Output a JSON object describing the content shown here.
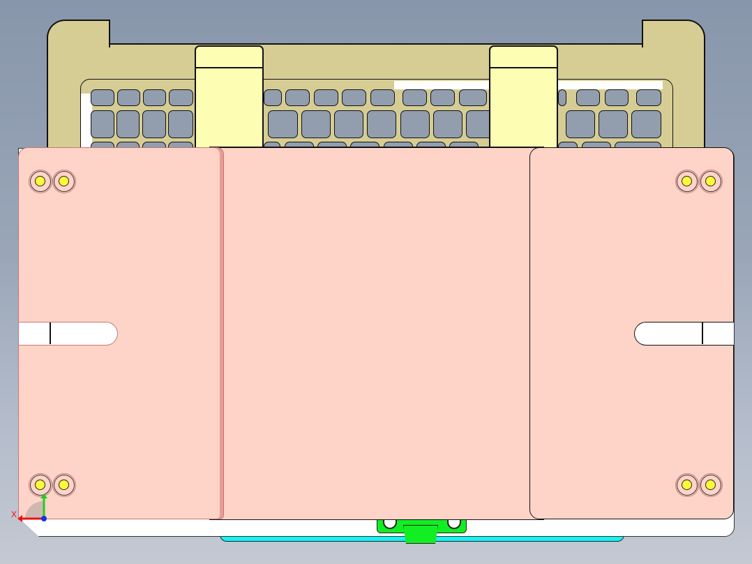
{
  "viewport": {
    "background_top": "#8896ab",
    "background_bottom": "#c4c9d2"
  },
  "model": {
    "description": "CAD assembly top view: keyboard fixture with base plate, clamps, and mounting plates",
    "colors": {
      "frame": "#d6cd94",
      "clamp": "#fefdb4",
      "plate": "#fed4c8",
      "plate_edge": "#e89c94",
      "key": "#929eae",
      "bolt": "#fafa38",
      "bracket": "#11ee22",
      "rail": "#10f5f5",
      "base": "#ffffff"
    },
    "keyboard": {
      "rows": 3,
      "row1_keys": 20,
      "row2_keys": 17
    },
    "bolt_holes": [
      {
        "name": "top-left",
        "count": 2
      },
      {
        "name": "top-right",
        "count": 2
      },
      {
        "name": "bottom-left",
        "count": 2
      },
      {
        "name": "bottom-right",
        "count": 2
      }
    ]
  },
  "triad": {
    "x_label": "X",
    "x_color": "#ee1111",
    "y_color": "#22cc22",
    "z_color": "#1133ee"
  }
}
